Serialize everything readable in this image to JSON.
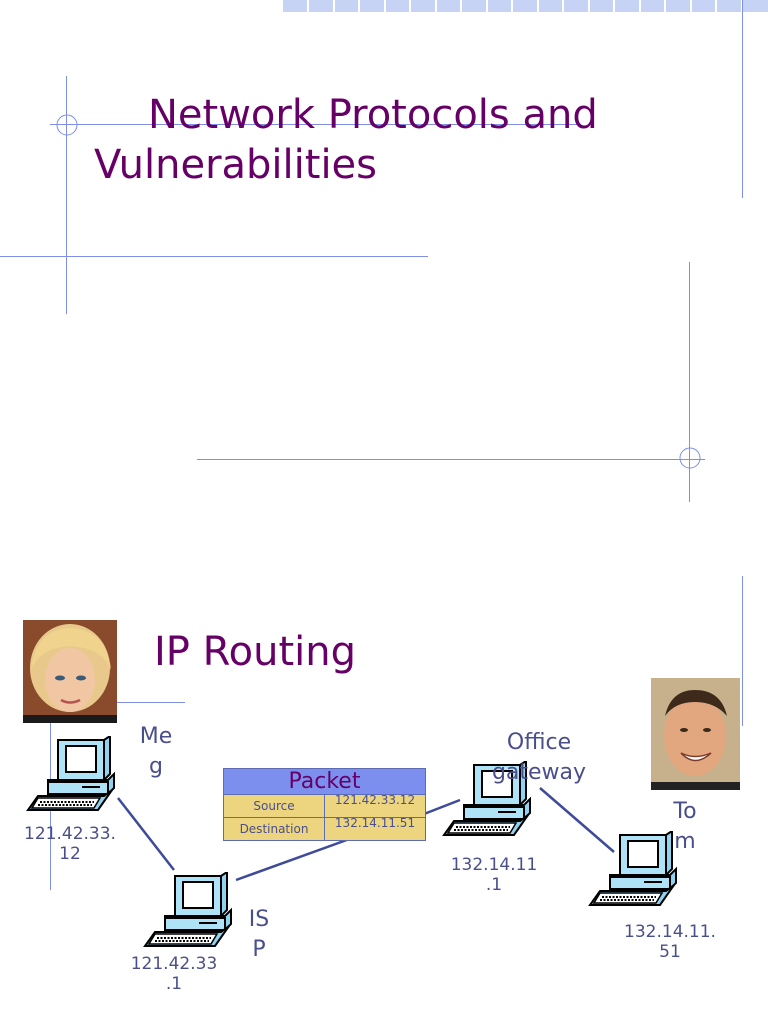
{
  "slide1": {
    "title_line1": "Network Protocols and",
    "title_line2": "Vulnerabilities"
  },
  "slide2": {
    "title": "IP Routing",
    "meg": {
      "name_l1": "Me",
      "name_l2": "g",
      "ip_l1": "121.42.33.",
      "ip_l2": "12"
    },
    "isp": {
      "name_l1": "IS",
      "name_l2": "P",
      "ip_l1": "121.42.33",
      "ip_l2": ".1"
    },
    "gateway": {
      "name_l1": "Office",
      "name_l2": "gateway",
      "ip_l1": "132.14.11",
      "ip_l2": ".1"
    },
    "tom": {
      "name_l1": "To",
      "name_l2": "m",
      "ip_l1": "132.14.11.",
      "ip_l2": "51"
    },
    "packet": {
      "header": "Packet",
      "rows": [
        {
          "label": "Source",
          "value": "121.42.33.12"
        },
        {
          "label": "Destination",
          "value": "132.14.11.51"
        }
      ]
    }
  },
  "colors": {
    "title": "#660066",
    "label": "#4a4f8c",
    "accent_line": "#7f8ee6",
    "packet_header": "#7c8fef",
    "packet_body": "#ecd57e"
  }
}
